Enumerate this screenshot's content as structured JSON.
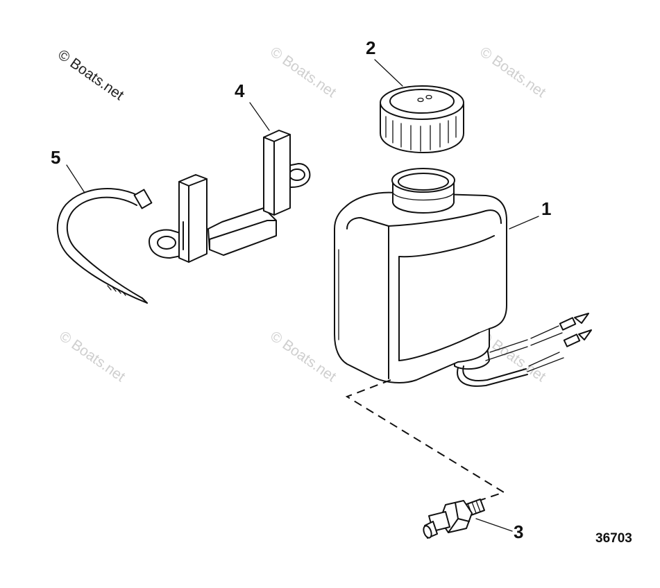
{
  "diagram": {
    "callouts": [
      {
        "id": "1",
        "label": "1"
      },
      {
        "id": "2",
        "label": "2"
      },
      {
        "id": "3",
        "label": "3"
      },
      {
        "id": "4",
        "label": "4"
      },
      {
        "id": "5",
        "label": "5"
      }
    ],
    "figure_number": "36703",
    "watermark": "© Boats.net",
    "colors": {
      "line": "#111111",
      "watermark": "#cfcfcf",
      "background": "#ffffff"
    }
  }
}
